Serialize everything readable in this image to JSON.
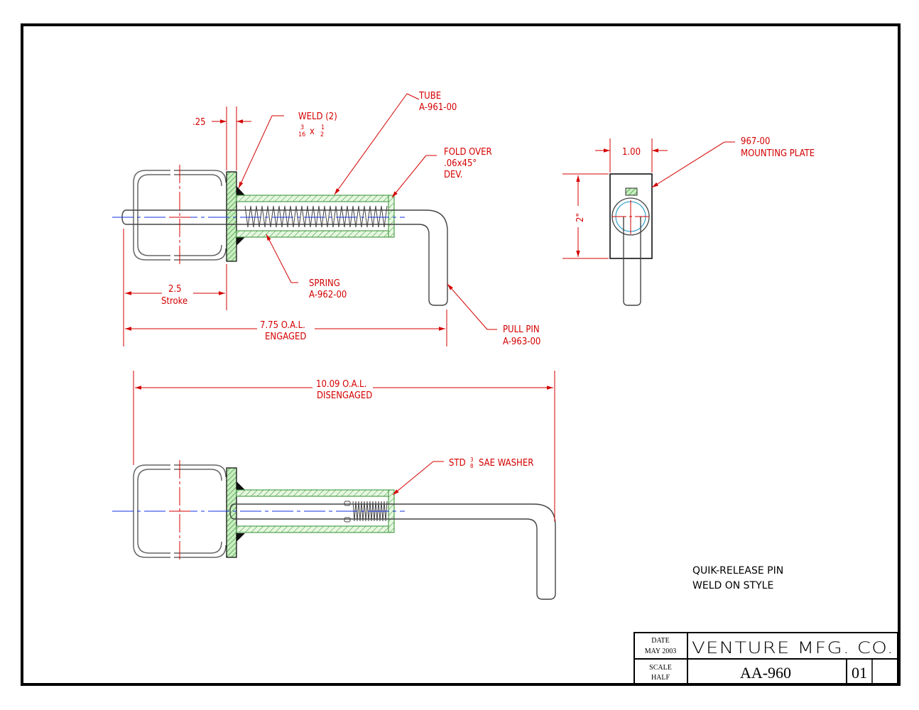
{
  "colors": {
    "dimension": "#e00000",
    "weld": "#3a9e3a",
    "weld_fill": "#c8eec0",
    "centerline": "#1030e0",
    "outline": "#000000",
    "part": "#555555"
  },
  "dimensions": {
    "weld_gap": ".25",
    "stroke_value": "2.5",
    "stroke_label": "Stroke",
    "engaged_value": "7.75 O.A.L.",
    "engaged_label": "ENGAGED",
    "disengaged_value": "10.09 O.A.L.",
    "disengaged_label": "DISENGAGED",
    "plate_width": "1.00",
    "plate_height": "2\""
  },
  "callouts": {
    "weld": {
      "title": "WELD (2)",
      "fraction1_num": "3",
      "fraction1_den": "16",
      "times": "x",
      "fraction2_num": "1",
      "fraction2_den": "2"
    },
    "tube": {
      "line1": "TUBE",
      "line2": "A-961-00"
    },
    "fold_over": {
      "line1": "FOLD OVER",
      "line2": ".06x45°",
      "line3": "DEV."
    },
    "spring": {
      "line1": "SPRING",
      "line2": "A-962-00"
    },
    "pull_pin": {
      "line1": "PULL PIN",
      "line2": "A-963-00"
    },
    "mounting_plate": {
      "line1": "967-00",
      "line2": "MOUNTING PLATE"
    },
    "washer": {
      "prefix": "STD",
      "fraction_num": "3",
      "fraction_den": "8",
      "suffix": "SAE WASHER"
    }
  },
  "notes": {
    "line1": "QUIK-RELEASE PIN",
    "line2": "WELD ON STYLE"
  },
  "title_block": {
    "date_label": "DATE",
    "date_value": "MAY 2003",
    "scale_label": "SCALE",
    "scale_value": "HALF",
    "company": "VENTURE MFG. CO.",
    "drawing_number": "AA-960",
    "revision": "01"
  }
}
